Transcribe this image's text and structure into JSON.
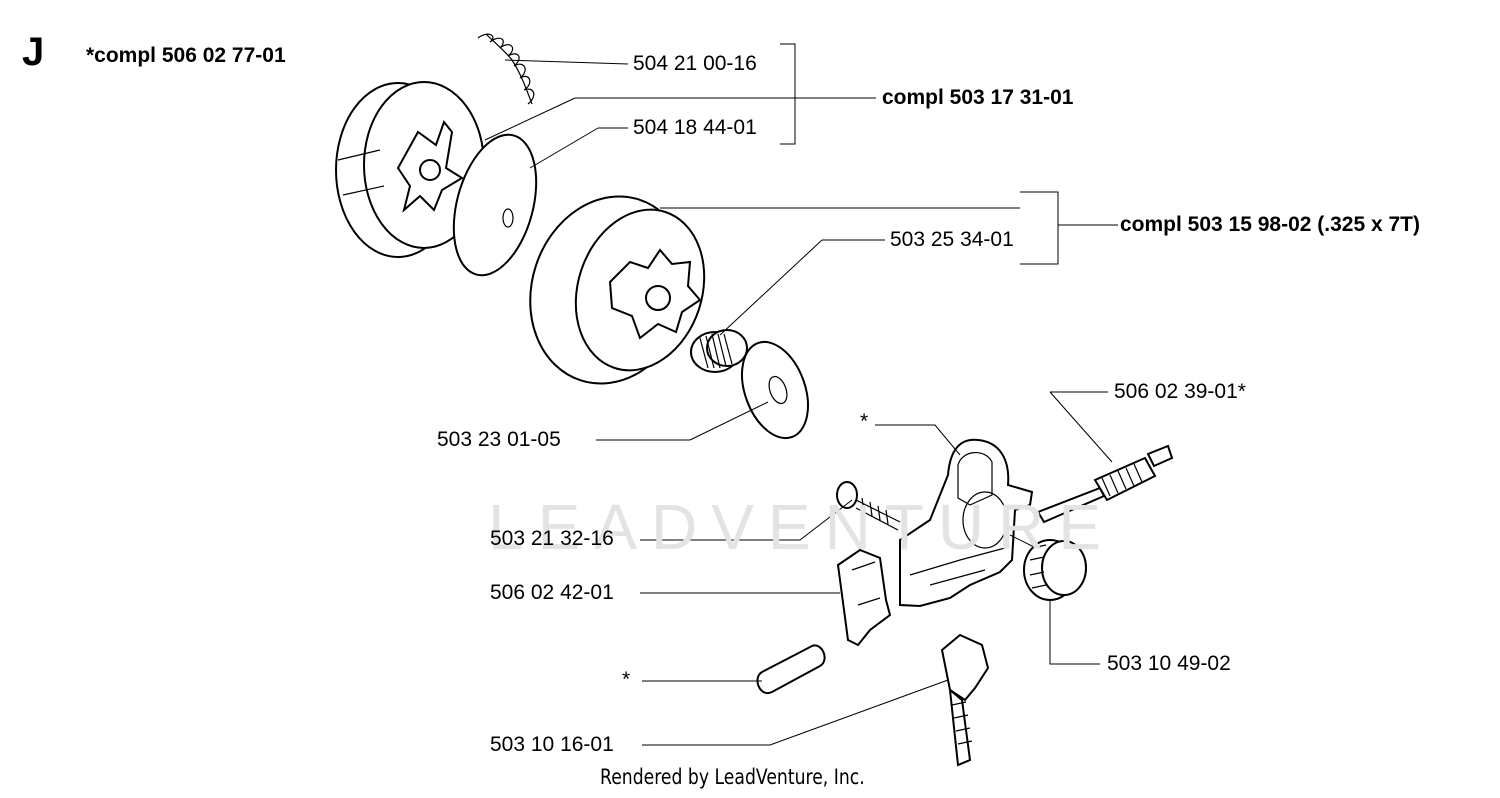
{
  "section_letter": "J",
  "assembly_header": "*compl 506 02 77-01",
  "watermark": "LEADVENTURE",
  "footer": "Rendered by LeadVenture, Inc.",
  "labels": {
    "p_504_21_00_16": "504 21 00-16",
    "p_504_18_44_01": "504 18 44-01",
    "compl_503_17_31_01": "compl 503 17 31-01",
    "compl_503_15_98_02": "compl 503 15 98-02 (.325 x 7T)",
    "p_503_25_34_01": "503 25 34-01",
    "p_503_23_01_05": "503 23 01-05",
    "p_506_02_39_01": "506 02 39-01*",
    "star_oil_pump": "*",
    "p_503_21_32_16": "503 21 32-16",
    "p_506_02_42_01": "506 02 42-01",
    "star_pin": "*",
    "p_503_10_49_02": "503 10 49-02",
    "p_503_10_16_01": "503 10 16-01"
  }
}
